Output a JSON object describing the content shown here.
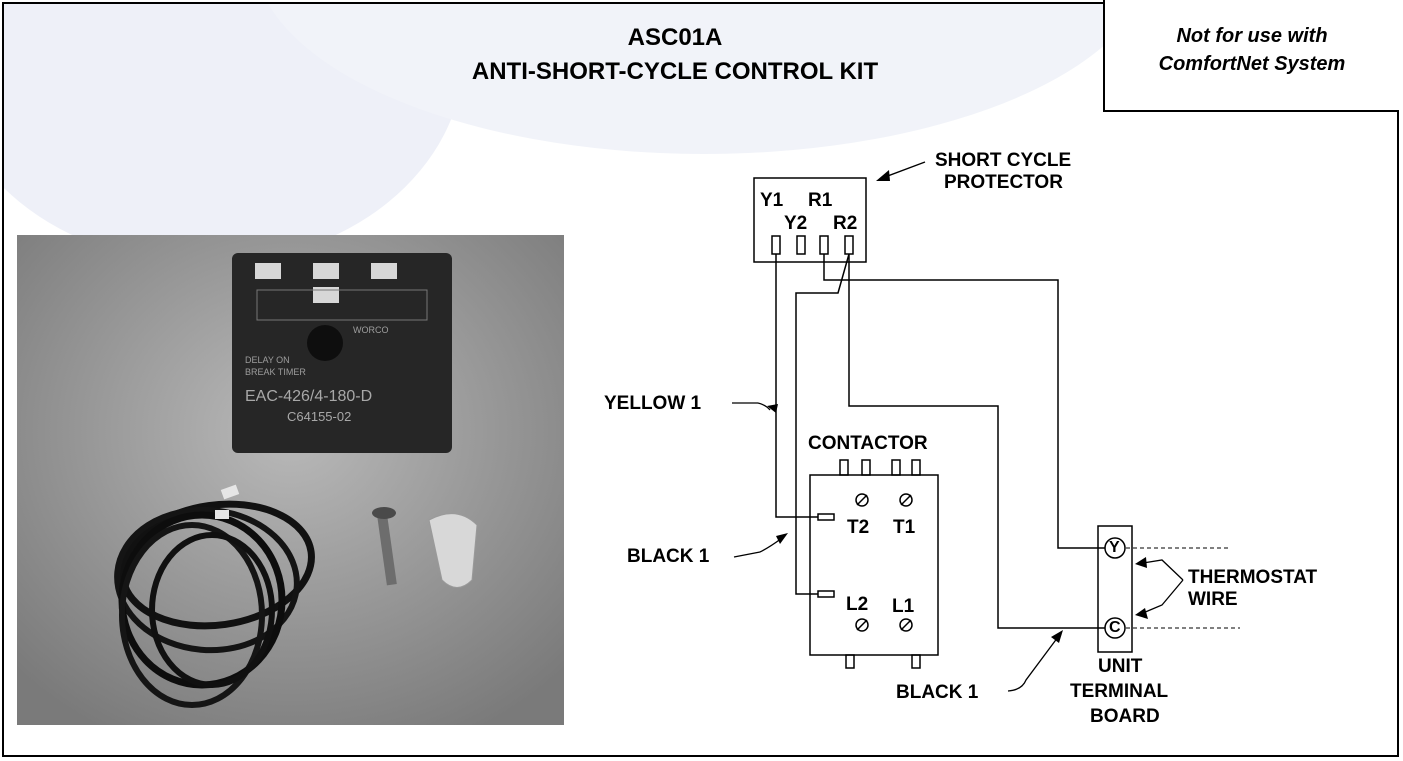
{
  "header": {
    "model": "ASC01A",
    "kit_name": "ANTI-SHORT-CYCLE CONTROL KIT",
    "note_line1": "Not for use with",
    "note_line2": "ComfortNet System"
  },
  "photo": {
    "timer_line1": "DELAY ON",
    "timer_line2": "BREAK TIMER",
    "timer_model": "EAC-426/4-180-D",
    "timer_part": "C64155-02",
    "brand": "WORCO"
  },
  "diagram": {
    "protector_label_1": "SHORT CYCLE",
    "protector_label_2": "PROTECTOR",
    "terminal_y1": "Y1",
    "terminal_r1": "R1",
    "terminal_y2": "Y2",
    "terminal_r2": "R2",
    "yellow_wire": "YELLOW 1",
    "contactor_label": "CONTACTOR",
    "terminal_t2": "T2",
    "terminal_t1": "T1",
    "terminal_l2": "L2",
    "terminal_l1": "L1",
    "black_wire_left": "BLACK 1",
    "black_wire_bottom": "BLACK 1",
    "thermostat_1": "THERMOSTAT",
    "thermostat_2": "WIRE",
    "board_1": "UNIT",
    "board_2": "TERMINAL",
    "board_3": "BOARD",
    "board_y": "Y",
    "board_c": "C"
  }
}
